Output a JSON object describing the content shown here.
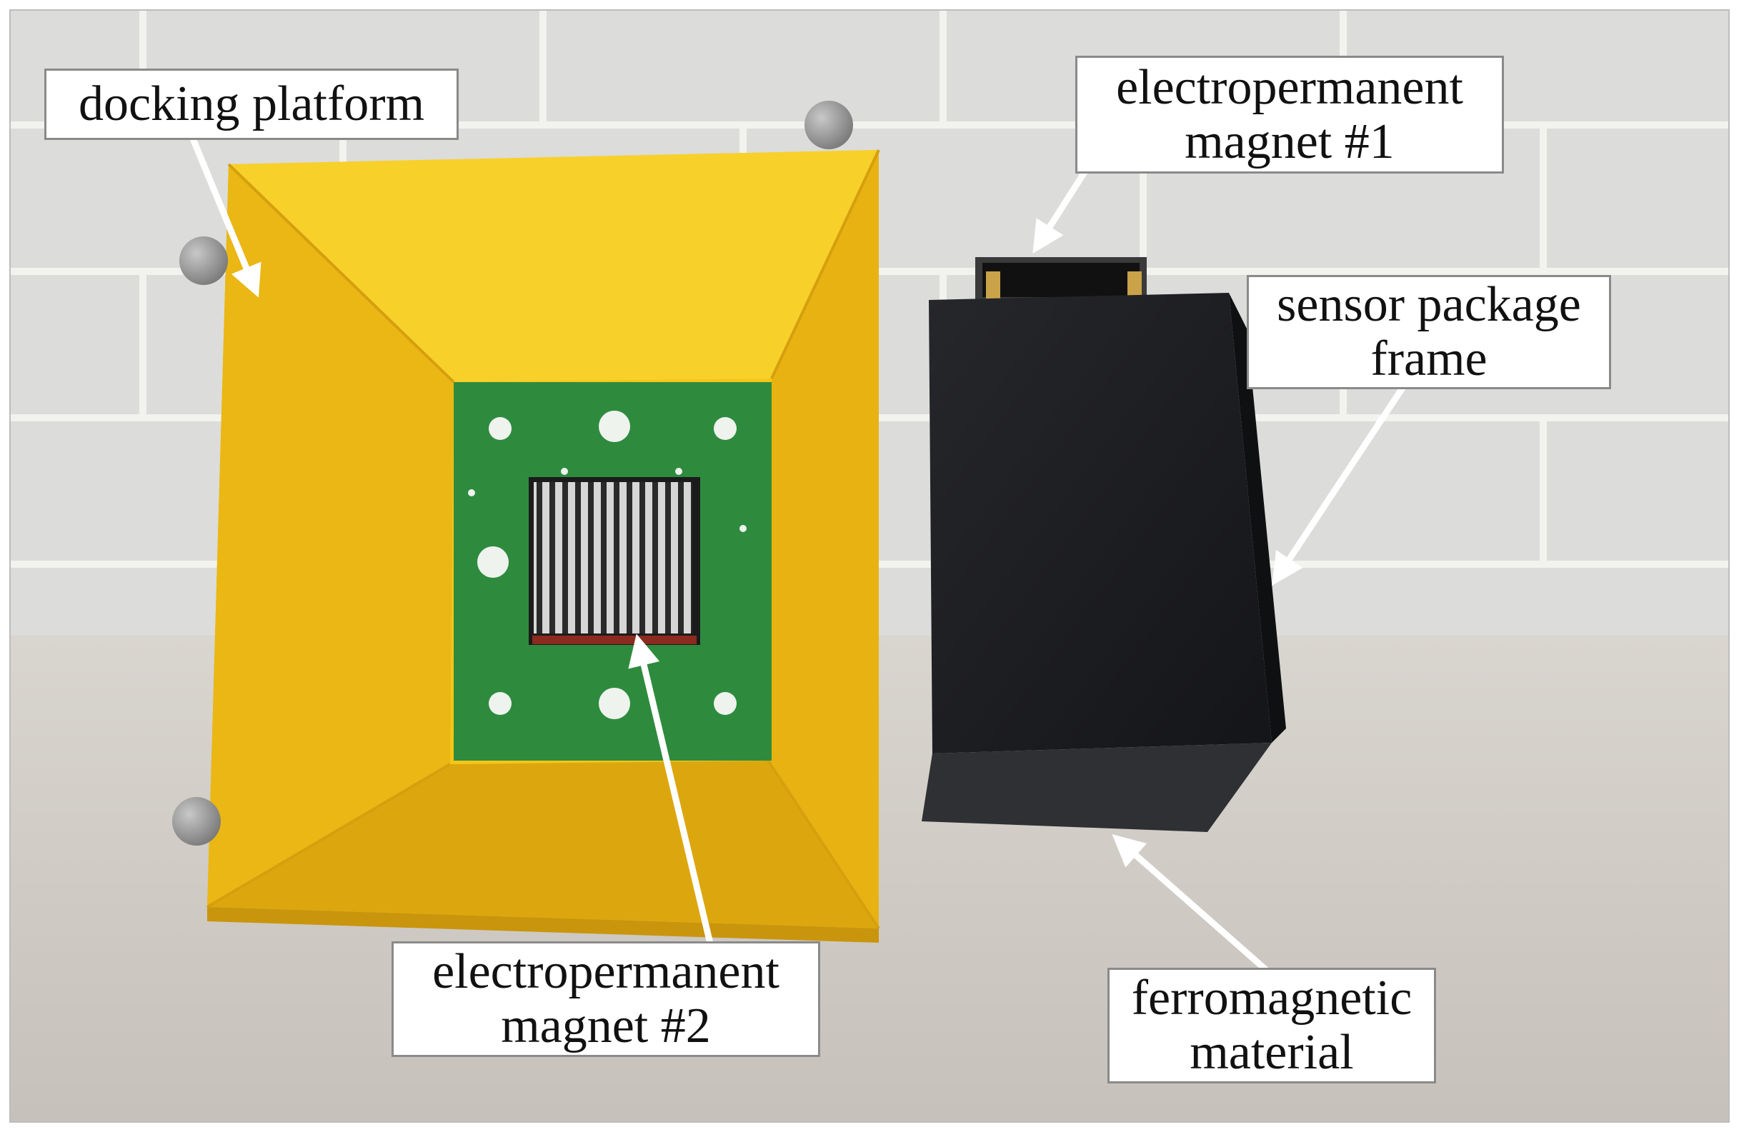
{
  "labels": {
    "docking_platform": {
      "line1": "docking platform"
    },
    "epm1": {
      "line1": "electropermanent",
      "line2": "magnet #1"
    },
    "sensor_frame": {
      "line1": "sensor package",
      "line2": "frame"
    },
    "epm2": {
      "line1": "electropermanent",
      "line2": "magnet #2"
    },
    "ferro": {
      "line1": "ferromagnetic",
      "line2": "material"
    }
  },
  "colors": {
    "wall": "#dcdcda",
    "mortar": "#f2f2ef",
    "table": "#cfcac4",
    "platform_yellow": "#f5c518",
    "platform_shade": "#e0aa10",
    "pcb_green": "#2e8b3e",
    "sensor_black": "#1c1d20",
    "marker_grey": "#9a9a9a",
    "arrow_white": "#ffffff"
  }
}
